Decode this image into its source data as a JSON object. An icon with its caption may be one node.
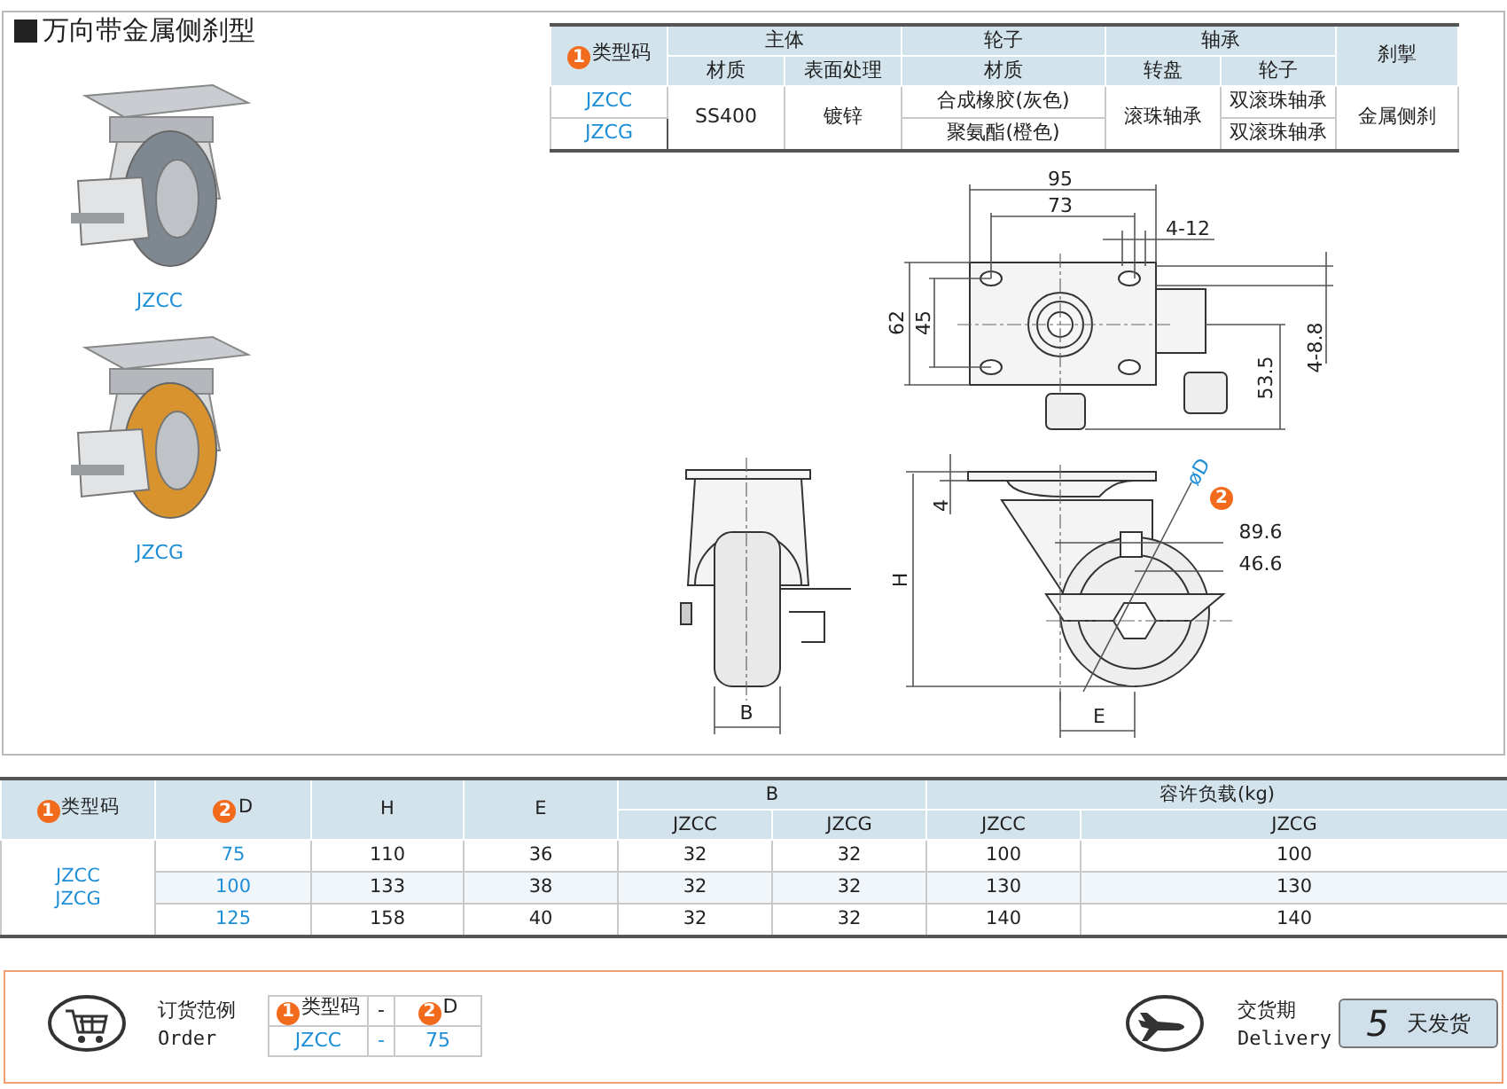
{
  "diagram": {
    "title": "万向带金属侧刹型",
    "labels": [
      "1",
      "类型码",
      "主体",
      "轮子",
      "轴承",
      "刹掣",
      "材质",
      "表面处理",
      "材质",
      "转盘",
      "轮子",
      "JZCC",
      "SS400",
      "镀锌",
      "合成橡胶(灰色)",
      "滚珠轴承",
      "双滚珠轴承",
      "金属侧刹",
      "JZCG",
      "聚氨酯(橙色)",
      "双滚珠轴承",
      "JZCC",
      "JZCG",
      "95",
      "73",
      "4-12",
      "62",
      "45",
      "53.5",
      "4-8.8",
      "B",
      "4",
      "H",
      "øD",
      "2",
      "89.6",
      "46.6",
      "E",
      "1",
      "类型码",
      "2",
      "D",
      "H",
      "E",
      "B",
      "容许负载(kg)",
      "JZCC",
      "JZCG",
      "JZCC",
      "JZCG",
      "JZCC",
      "JZCG",
      "75",
      "110",
      "36",
      "32",
      "32",
      "100",
      "100",
      "100",
      "133",
      "38",
      "32",
      "32",
      "130",
      "130",
      "125",
      "158",
      "40",
      "32",
      "32",
      "140",
      "140",
      "订货范例",
      "Order",
      "1",
      "类型码",
      "-",
      "2",
      "D",
      "JZCC",
      "-",
      "75",
      "交货期",
      "Delivery",
      "5",
      "天发货"
    ]
  }
}
